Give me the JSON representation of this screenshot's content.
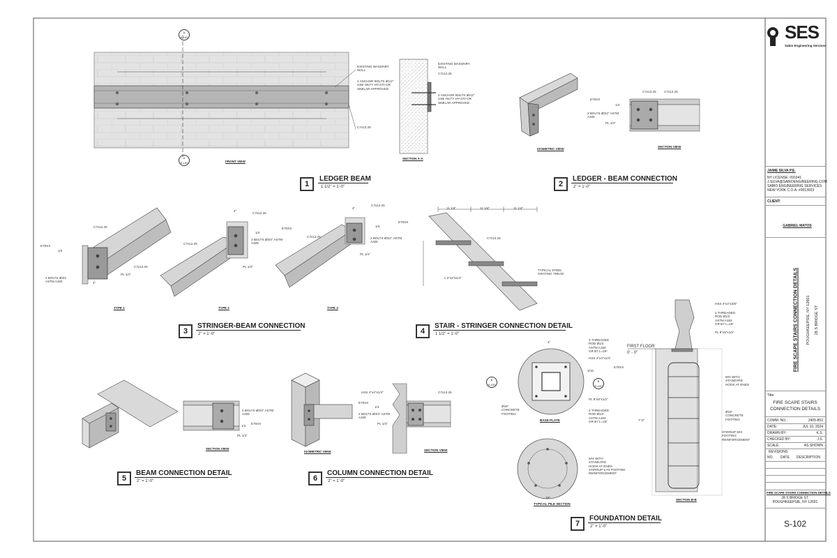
{
  "firm": {
    "name": "Sabio Engineering Services",
    "logo_text": "SES"
  },
  "details": [
    {
      "num": "1",
      "title": "LEDGER BEAM",
      "scale": "1 1/2\" = 1'-0\""
    },
    {
      "num": "2",
      "title": "LEDGER - BEAM CONNECTION",
      "scale": "2\" = 1'-0\""
    },
    {
      "num": "3",
      "title": "STRINGER-BEAM CONNECTION",
      "scale": "2\" = 1'-0\""
    },
    {
      "num": "4",
      "title": "STAIR - STRINGER CONNECTION DETAIL",
      "scale": "1 1/2\" = 1'-0\""
    },
    {
      "num": "5",
      "title": "BEAM CONNECTION DETAIL",
      "scale": "2\" = 1'-0\""
    },
    {
      "num": "6",
      "title": "COLUMN CONNECTION DETAIL",
      "scale": "2\" = 1'-0\""
    },
    {
      "num": "7",
      "title": "FOUNDATION DETAIL",
      "scale": "2\" = 1'-0\""
    }
  ],
  "views": {
    "front_view": "FRONT VIEW",
    "section_a": "SECTION A-A",
    "isometric_view": "ISOMETRIC VIEW",
    "section_view": "SECTION VIEW",
    "type1": "TYPE 1",
    "type2": "TYPE 2",
    "type3": "TYPE 3",
    "base_plate": "BASE PLATE",
    "typical_pile_section": "TYPICAL PILE SECTION",
    "section_bb": "SECTION B-B"
  },
  "notes": {
    "existing_masonry": "EXISTING MASONRY\nWALL",
    "anchor_bolts": "2 ANCHOR BOLTS Ø1/2\"\nUSE HILTY HY-270 OR\nSIMILAR APPROVED",
    "c7x": "C7x12.25",
    "e70xx": "E70XX",
    "bolts_34": "2 BOLTS Ø3/4\" ASTM\nA325",
    "pl_14": "PL 1/4\"",
    "bolts_34_type1": "2 BOLTS Ø3/4\nASTM A325",
    "hss_448": "HSS 4\"x4\"x1/4\"",
    "typical_steel_grating": "TYPICAL STEEL\nGRATING TREAD",
    "angle": "L 2\"x2\"x1/4\"",
    "threaded_rod": "2 THREADED\nROD Ø1/2\nASTM A193\nGR B7 L=16\"",
    "pl_88": "PL 8\"x8\"x1/2\"",
    "first_floor": "FIRST FLOOR",
    "first_floor_elev": "0' - 0\"",
    "concrete_footing": "Ø16\"\nCONCRETE\nFOOTING",
    "hook": "5#4 WITH\nSTANDARD\nHOOK AT ENDS",
    "stirrup": "STIRRUP 5 #3 FOOTING\nREINFORCEMENT",
    "stirrup_bb": "STIRRUP 5#3\nFOOTING\nREINFORCEMENT",
    "hss_bb": "HSS 4\"x4\"x3/8\"",
    "threaded_bb": "2 THREADED\nROD Ø1/2\nASTM A193\nGR B7 L=16\"",
    "pl_bb": "PL 8\"x8\"x1/2\"",
    "dim_11_14": "11 1/4\"",
    "dim_4": "4\"",
    "dim_18": "18\"",
    "dim_6": "6\"",
    "dim_7": "7'-0\"",
    "dim_frac": "1/4",
    "dim_316": "3/16"
  },
  "section_tags": {
    "top_tag": "A",
    "top_sheet": "S-102",
    "bottom_tag": "A",
    "bottom_sheet": "S-102",
    "b_left": "B",
    "b_right": "B",
    "b_sheet": "S-102"
  },
  "title_block": {
    "engineer": "JAIME SILVA P.E.",
    "eng_lines": [
      "NY LICENSE: 091041",
      "J.SILVA@SABIOENGINEERING.COM",
      "SABIO ENGINEERING SERVICES",
      "NEW YORK C.O.A. #0013923"
    ],
    "client_label": "CLIENT:",
    "client": "GABRIEL MATOS",
    "vertical_title": "FIRE SCAPE STAIRS CONNECTION DETAILS",
    "vertical_addr1": "28 S BRIDGE ST",
    "vertical_addr2": "POUGHKEEPSIE, NY 12601",
    "title_label": "Title:",
    "title_line1": "FIRE SCAPE STAIRS",
    "title_line2": "CONNECTION DETAILS",
    "rows": [
      {
        "label": "COMM. NO.:",
        "value": "2405-852"
      },
      {
        "label": "DATE:",
        "value": "JUL 10, 2024"
      },
      {
        "label": "DRAWN BY:",
        "value": "K.S."
      },
      {
        "label": "CHECKED BY:",
        "value": "J.S."
      },
      {
        "label": "SCALE:",
        "value": "AS SHOWN"
      }
    ],
    "revisions_label": "REVISIONS",
    "rev_cols": [
      "NO.",
      "DATE",
      "DESCRIPTION"
    ],
    "footer_title": "FIRE SCAPE STAIRS CONNECTION DETAILS",
    "footer_addr1": "28 S BRIDGE ST.",
    "footer_addr2": "POUGHKEEPSIE, NY 12601",
    "sheet_no": "S-102"
  }
}
